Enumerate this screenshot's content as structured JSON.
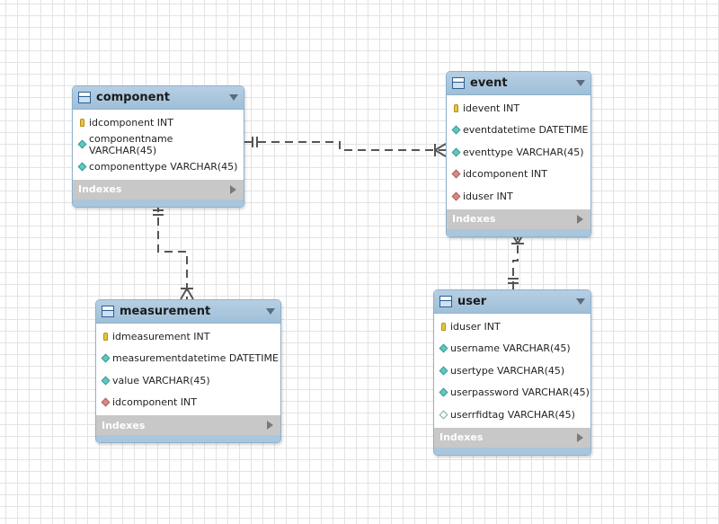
{
  "tables": [
    {
      "name": "component",
      "columns": [
        {
          "label": "idcomponent INT",
          "icon": "primary-key-icon"
        },
        {
          "label": "componentname VARCHAR(45)",
          "icon": "not-null-column-icon"
        },
        {
          "label": "componenttype VARCHAR(45)",
          "icon": "not-null-column-icon"
        }
      ],
      "indexes_label": "Indexes"
    },
    {
      "name": "event",
      "columns": [
        {
          "label": "idevent INT",
          "icon": "primary-key-icon"
        },
        {
          "label": "eventdatetime DATETIME",
          "icon": "not-null-column-icon"
        },
        {
          "label": "eventtype VARCHAR(45)",
          "icon": "not-null-column-icon"
        },
        {
          "label": "idcomponent INT",
          "icon": "foreign-key-icon"
        },
        {
          "label": "iduser INT",
          "icon": "foreign-key-icon"
        }
      ],
      "indexes_label": "Indexes"
    },
    {
      "name": "measurement",
      "columns": [
        {
          "label": "idmeasurement INT",
          "icon": "primary-key-icon"
        },
        {
          "label": "measurementdatetime DATETIME",
          "icon": "not-null-column-icon"
        },
        {
          "label": "value VARCHAR(45)",
          "icon": "not-null-column-icon"
        },
        {
          "label": "idcomponent INT",
          "icon": "foreign-key-icon"
        }
      ],
      "indexes_label": "Indexes"
    },
    {
      "name": "user",
      "columns": [
        {
          "label": "iduser INT",
          "icon": "primary-key-icon"
        },
        {
          "label": "username VARCHAR(45)",
          "icon": "not-null-column-icon"
        },
        {
          "label": "usertype VARCHAR(45)",
          "icon": "not-null-column-icon"
        },
        {
          "label": "userpassword VARCHAR(45)",
          "icon": "not-null-column-icon"
        },
        {
          "label": "userrfidtag VARCHAR(45)",
          "icon": "nullable-column-icon"
        }
      ],
      "indexes_label": "Indexes"
    }
  ],
  "relationships": [
    {
      "from": "component",
      "to": "event",
      "type": "one-to-many"
    },
    {
      "from": "component",
      "to": "measurement",
      "type": "one-to-many"
    },
    {
      "from": "user",
      "to": "event",
      "type": "one-to-many"
    }
  ],
  "colors": {
    "header": "#a9c6dd",
    "border": "#8fb2cc",
    "indexes_bar": "#c8c8c8",
    "connector": "#555555"
  }
}
